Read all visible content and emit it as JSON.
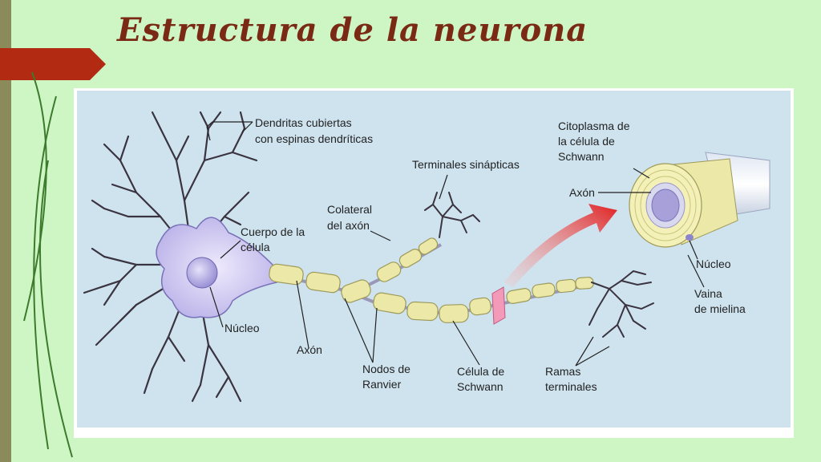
{
  "slide": {
    "title": "Estructura de la neurona"
  },
  "labels": {
    "dendritas_1": "Dendritas cubiertas",
    "dendritas_2": "con espinas dendríticas",
    "cuerpo_1": "Cuerpo de la",
    "cuerpo_2": "célula",
    "nucleo_soma": "Núcleo",
    "axon": "Axón",
    "colateral_1": "Colateral",
    "colateral_2": "del axón",
    "terminales": "Terminales sinápticas",
    "nodos_1": "Nodos de",
    "nodos_2": "Ranvier",
    "schwann_1": "Célula de",
    "schwann_2": "Schwann",
    "ramas_1": "Ramas",
    "ramas_2": "terminales",
    "citoplasma_1": "Citoplasma de",
    "citoplasma_2": "la célula de",
    "citoplasma_3": "Schwann",
    "axon_inset": "Axón",
    "nucleo_inset": "Núcleo",
    "vaina_1": "Vaina",
    "vaina_2": "de mielina"
  },
  "colors": {
    "background": "#cdf6c4",
    "title": "#7a2a14",
    "accent_red": "#b22a12",
    "panel": "#cfe3ef",
    "myelin": "#ece8a8",
    "soma": "#c9c4ef",
    "dendrite": "#3a3440"
  }
}
